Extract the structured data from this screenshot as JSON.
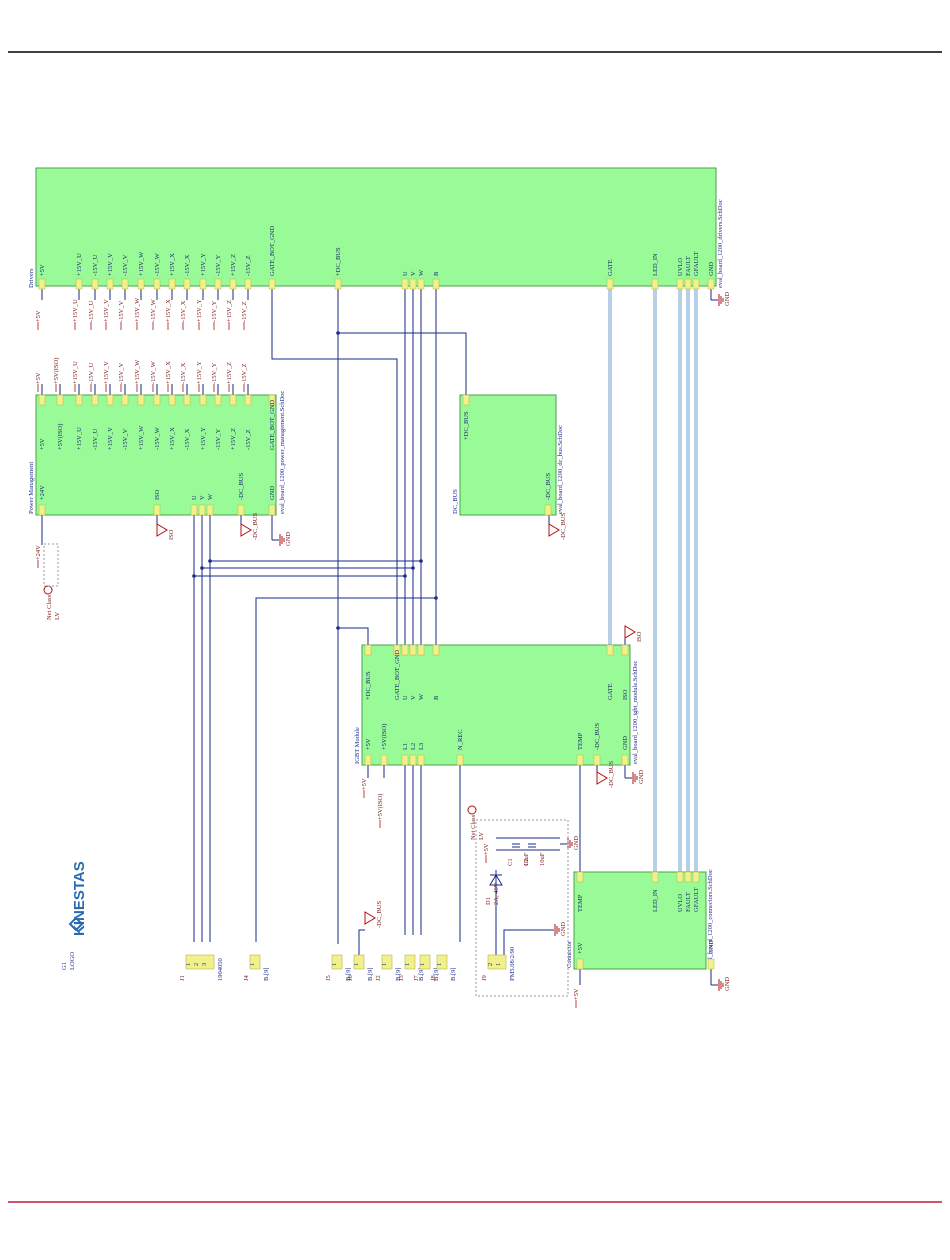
{
  "sheets": [
    {
      "key": "drivers",
      "name": "Drivers",
      "file": "eval_board_1200_drivers.SchDoc",
      "left_pins": [
        "+5V",
        "+15V_U",
        "-15V_U",
        "+15V_V",
        "-15V_V",
        "+15V_W",
        "-15V_W",
        "+15V_X",
        "-15V_X",
        "+15V_Y",
        "-15V_Y",
        "+15V_Z",
        "-15V_Z",
        "GATE_BOT_GND"
      ],
      "right_pins": [
        "+DC_BUS",
        "U",
        "V",
        "W",
        "B",
        "GATE",
        "LED_IN",
        "UVLO",
        "FAULT",
        "GFAULT",
        "GND"
      ]
    },
    {
      "key": "power",
      "name": "Power Management",
      "file": "eval_board_1200_power_management.SchDoc",
      "top_pins": [
        "+5V",
        "+5V(ISO)",
        "+15V_U",
        "-15V_U",
        "+15V_V",
        "-15V_V",
        "+15V_W",
        "-15V_W",
        "+15V_X",
        "-15V_X",
        "+15V_Y",
        "-15V_Y",
        "+15V_Z",
        "-15V_Z",
        "GATE_BOT_GND"
      ],
      "bottom_pins": [
        "+24V",
        "ISO",
        "U",
        "V",
        "W",
        "-DC_BUS",
        "GND"
      ]
    },
    {
      "key": "dcbus",
      "name": "DC_BUS",
      "file": "eval_board_1200_dc_bus.SchDoc",
      "top_pins": [
        "+DC_BUS"
      ],
      "bottom_pins": [
        "-DC_BUS"
      ]
    },
    {
      "key": "igbt",
      "name": "IGBT Module",
      "file": "eval_board_1200_igbt_module.SchDoc",
      "top_pins": [
        "+DC_BUS",
        "GATE_BOT_GND",
        "U",
        "V",
        "W",
        "B",
        "GATE",
        "ISO"
      ],
      "bottom_pins": [
        "+5V",
        "+5V(ISO)",
        "L1",
        "L2",
        "L3",
        "N_REC",
        "TEMP",
        "-DC_BUS",
        "GND"
      ]
    },
    {
      "key": "connector",
      "name": "Connector",
      "file": "eval_board_1200_connectors.SchDoc",
      "top_pins": [
        "TEMP",
        "LED_IN",
        "UVLO",
        "FAULT",
        "GFAULT"
      ],
      "bottom_pins": [
        "+5V",
        "GND"
      ]
    }
  ],
  "net_labels": {
    "drivers_left": [
      "+5V",
      "+15V_U",
      "-15V_U",
      "+15V_V",
      "-15V_V",
      "+15V_W",
      "-15V_W",
      "+15V_X",
      "-15V_X",
      "+15V_Y",
      "-15V_Y",
      "+15V_Z",
      "-15V_Z"
    ],
    "power_top": [
      "+5V",
      "+5V(ISO)",
      "+15V_U",
      "-15V_U",
      "+15V_V",
      "-15V_V",
      "+15V_W",
      "-15V_W",
      "+15V_X",
      "-15V_X",
      "+15V_Y",
      "-15V_Y",
      "+15V_Z",
      "-15V_Z"
    ]
  },
  "power_ports": {
    "gnd": "GND",
    "iso": "ISO",
    "minus_dc_bus": "-DC_BUS",
    "plus_24v": "+24V",
    "plus_5v": "+5V",
    "plus_5v_iso": "+5V(ISO)"
  },
  "net_class": {
    "label": "Net Class",
    "value": "LV"
  },
  "connectors": [
    {
      "ref": "J1",
      "value": "1904050",
      "pins": [
        "1",
        "2",
        "3"
      ]
    },
    {
      "ref": "J4",
      "value": "B.[9]",
      "pins": [
        "1"
      ]
    },
    {
      "ref": "J5",
      "value": "B.[9]",
      "pins": [
        "1"
      ]
    },
    {
      "ref": "J6",
      "value": "B.[9]",
      "pins": [
        "1"
      ]
    },
    {
      "ref": "J2",
      "value": "B.[9]",
      "pins": [
        "1"
      ]
    },
    {
      "ref": "J3",
      "value": "B.[9]",
      "pins": [
        "1"
      ]
    },
    {
      "ref": "J7",
      "value": "B.[9]",
      "pins": [
        "1"
      ]
    },
    {
      "ref": "J8",
      "value": "B.[9]",
      "pins": [
        "1"
      ]
    },
    {
      "ref": "J9",
      "value": "PM5.08/2/90",
      "pins": [
        "2",
        "1"
      ]
    }
  ],
  "components": {
    "d1": {
      "ref": "D1",
      "value": "2A, 40V"
    },
    "c1": {
      "ref": "C1",
      "value": "10uF"
    },
    "c2": {
      "ref": "C2",
      "value": "10uF"
    }
  },
  "logo": {
    "ref": "G1",
    "value": "LOGO",
    "text": "KINESTAS"
  },
  "colors": {
    "sheet_fill": "#98fb98",
    "wire": "#1a2a8a",
    "bus": "#b8cfe8",
    "pin": "#f0f08c",
    "net": "#b01010",
    "bottom_rule": "#c0183a"
  }
}
